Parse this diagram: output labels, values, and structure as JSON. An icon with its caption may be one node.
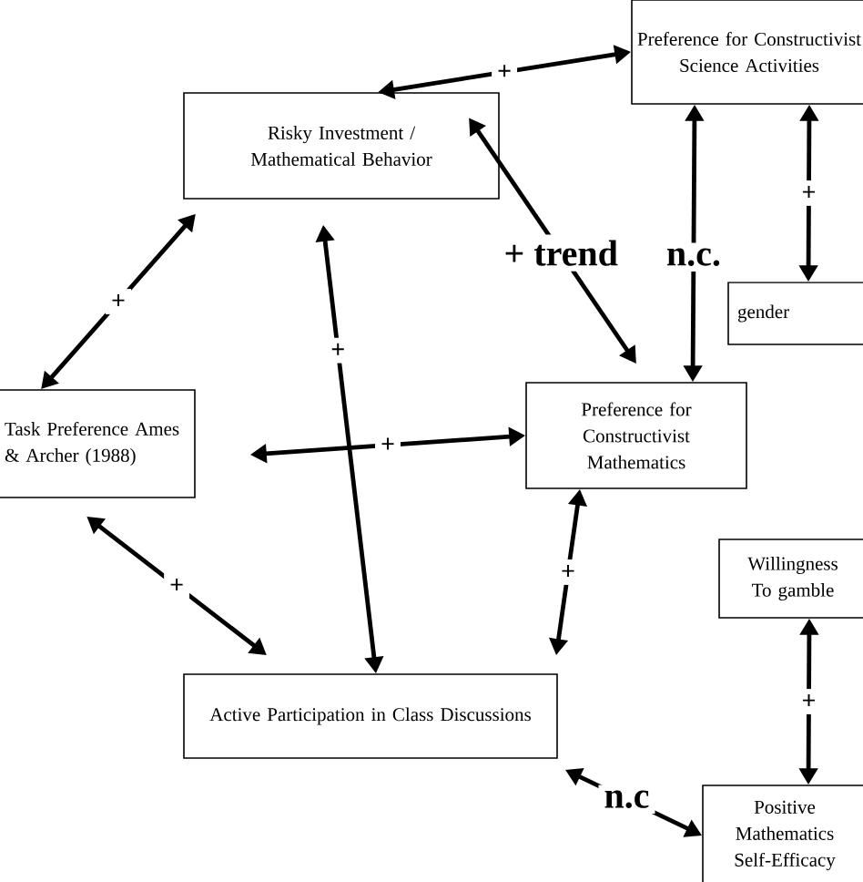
{
  "diagram": {
    "nodes": [
      {
        "text": [
          "Risky Investment / Mathematical Behavior"
        ]
      },
      {
        "text": [
          "Preference for Constructivist Science Activities"
        ]
      },
      {
        "text": [
          "gender"
        ]
      },
      {
        "text": [
          "Task Preference Ames & Archer (1988)"
        ]
      },
      {
        "text": [
          "Preference for Constructivist Mathematics"
        ]
      },
      {
        "text": [
          "Willingness To gamble"
        ]
      },
      {
        "text": [
          "Active Participation in Class Discussions"
        ]
      },
      {
        "text": [
          "Positive Mathematics Self-Efficacy"
        ]
      }
    ],
    "edges": [
      {
        "from": 0,
        "to": 1,
        "arrow": "both",
        "label": "+"
      },
      {
        "from": 1,
        "to": 4,
        "arrow": "both",
        "label": "n.c."
      },
      {
        "from": 1,
        "to": 2,
        "arrow": "both",
        "label": "+"
      },
      {
        "from": 0,
        "to": 4,
        "arrow": "both",
        "label": "+ trend"
      },
      {
        "from": 0,
        "to": 3,
        "arrow": "both",
        "label": "+"
      },
      {
        "from": 3,
        "to": 4,
        "arrow": "both",
        "label": "+"
      },
      {
        "from": 0,
        "to": 6,
        "arrow": "both",
        "label": "+"
      },
      {
        "from": 4,
        "to": 6,
        "arrow": "both",
        "label": "+"
      },
      {
        "from": 3,
        "to": 6,
        "arrow": "both",
        "label": "+"
      },
      {
        "from": 6,
        "to": 7,
        "arrow": "both",
        "label": "n.c"
      },
      {
        "from": 5,
        "to": 7,
        "arrow": "both",
        "label": "+"
      }
    ]
  }
}
